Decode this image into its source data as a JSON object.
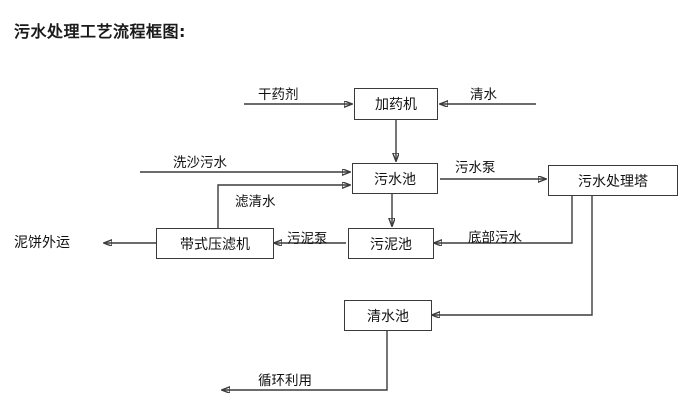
{
  "title": "污水处理工艺流程框图:",
  "diagram": {
    "type": "flowchart",
    "orientation": "left-to-right-with-feedback",
    "nodes": [
      {
        "id": "dosing-machine",
        "label": "加药机"
      },
      {
        "id": "sewage-pool",
        "label": "污水池"
      },
      {
        "id": "treatment-tower",
        "label": "污水处理塔"
      },
      {
        "id": "belt-filter-press",
        "label": "带式压滤机"
      },
      {
        "id": "sludge-pool",
        "label": "污泥池"
      },
      {
        "id": "clean-water-pool",
        "label": "清水池"
      }
    ],
    "edge_labels": [
      {
        "id": "dry-reagent",
        "label": "干药剂",
        "from": "external",
        "to": "dosing-machine"
      },
      {
        "id": "clean-water-in",
        "label": "清水",
        "from": "external",
        "to": "dosing-machine"
      },
      {
        "id": "sand-washing-sewage",
        "label": "洗沙污水",
        "from": "external",
        "to": "sewage-pool"
      },
      {
        "id": "filtrate-clear-water",
        "label": "滤清水",
        "from": "belt-filter-press",
        "to": "sewage-pool"
      },
      {
        "id": "sewage-pump",
        "label": "污水泵",
        "from": "sewage-pool",
        "to": "treatment-tower"
      },
      {
        "id": "bottom-sewage",
        "label": "底部污水",
        "from": "treatment-tower",
        "to": "sludge-pool"
      },
      {
        "id": "sludge-pump",
        "label": "污泥泵",
        "from": "sludge-pool",
        "to": "belt-filter-press"
      },
      {
        "id": "mud-cake-out",
        "label": "泥饼外运",
        "from": "belt-filter-press",
        "to": "external"
      },
      {
        "id": "recycle-use",
        "label": "循环利用",
        "from": "clean-water-pool",
        "to": "external"
      }
    ]
  },
  "colors": {
    "line": "#3c3c3c",
    "box_border": "#3a3a3a",
    "text": "#111111",
    "background": "#ffffff"
  }
}
